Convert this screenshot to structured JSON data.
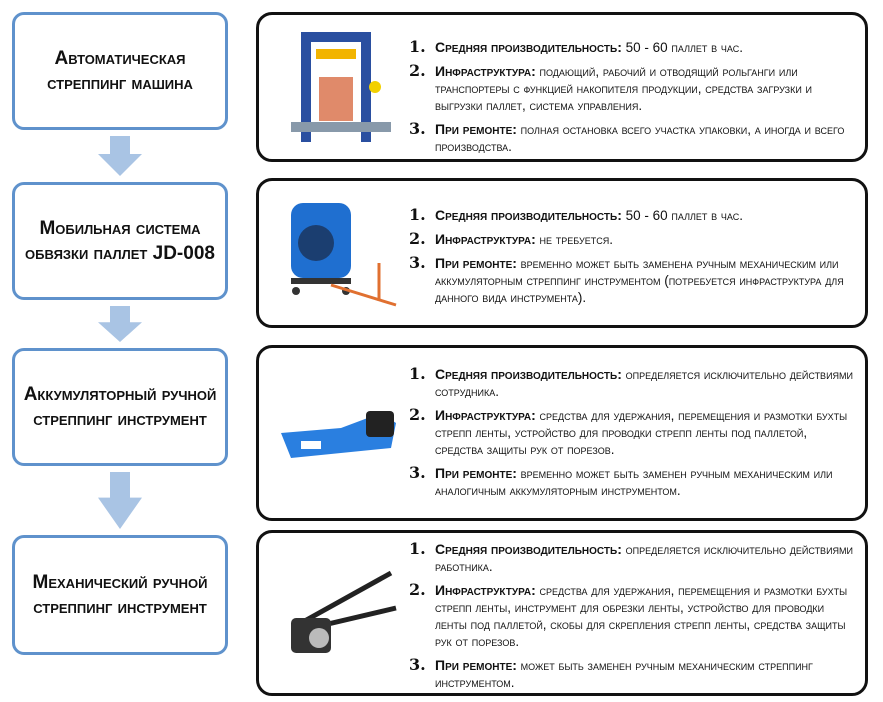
{
  "stages": [
    {
      "title": "Автоматическая стреппинг машина",
      "items": [
        {
          "num": "1.",
          "label": "Средняя производительность:",
          "text": " 50 - 60 паллет в час."
        },
        {
          "num": "2.",
          "label": "Инфраструктура:",
          "text": " подающий, рабочий и отводящий рольганги или транспортеры с функцией накопителя продукции, средства загрузки и выгрузки паллет, система управления."
        },
        {
          "num": "3.",
          "label": "При ремонте:",
          "text": " полная остановка всего участка упаковки, а иногда и всего производства."
        }
      ]
    },
    {
      "title": "Мобильная система обвязки паллет JD-008",
      "items": [
        {
          "num": "1.",
          "label": "Средняя производительность:",
          "text": " 50 - 60 паллет в час."
        },
        {
          "num": "2.",
          "label": "Инфраструктура:",
          "text": " не требуется."
        },
        {
          "num": "3.",
          "label": "При ремонте:",
          "text": " временно может быть заменена ручным механическим или аккумуляторным стреппинг инструментом (потребуется инфраструктура для данного вида инструмента)."
        }
      ]
    },
    {
      "title": "Аккумуляторный ручной стреппинг инструмент",
      "items": [
        {
          "num": "1.",
          "label": "Средняя производительность:",
          "text": " определяется исключительно действиями сотрудника."
        },
        {
          "num": "2.",
          "label": "Инфраструктура:",
          "text": " средства для удержания, перемещения и размотки бухты стрепп ленты, устройство для проводки стрепп ленты под паллетой, средства защиты рук от порезов."
        },
        {
          "num": "3.",
          "label": "При ремонте:",
          "text": " временно может быть заменен ручным механическим или аналогичным аккумуляторным инструментом."
        }
      ]
    },
    {
      "title": "Механический ручной стреппинг инструмент",
      "items": [
        {
          "num": "1.",
          "label": "Средняя производительность:",
          "text": " определяется исключительно действиями работника."
        },
        {
          "num": "2.",
          "label": "Инфраструктура:",
          "text": " средства для удержания, перемещения и размотки бухты стрепп ленты, инструмент для обрезки ленты, устройство для проводки ленты под паллетой, скобы для скрепления стрепп ленты, средства защиты рук от порезов."
        },
        {
          "num": "3.",
          "label": "При ремонте:",
          "text": " может быть заменен ручным механическим стреппинг инструментом."
        }
      ]
    }
  ],
  "colors": {
    "box_border": "#5f92cc",
    "arrow": "#a9c4e4"
  }
}
